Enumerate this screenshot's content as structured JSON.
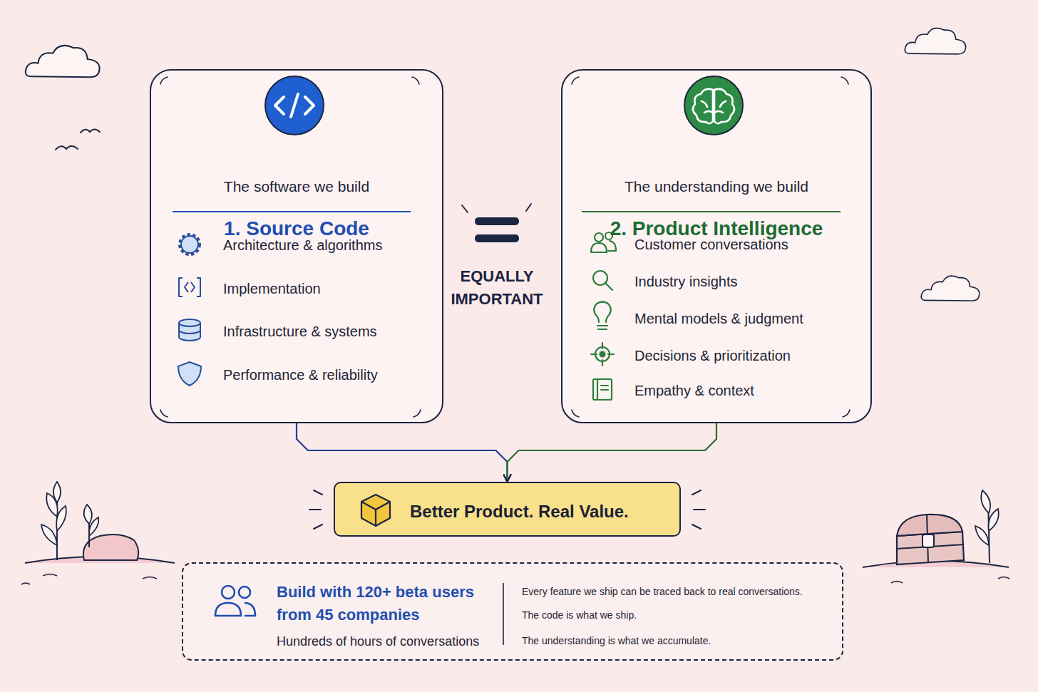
{
  "diagram": {
    "nodes": [
      {
        "text": [
          "1. Source Code",
          "The software we build",
          "Architecture & algorithms",
          "Implementation",
          "Infrastructure & systems",
          "Performance & reliability"
        ]
      },
      {
        "text": [
          "2. Product Intelligence",
          "The understanding we build",
          "Customer conversations",
          "Industry insights",
          "Mental models & judgment",
          "Decisions & prioritization",
          "Empathy & context"
        ]
      },
      {
        "text": [
          "Better Product. Real Value."
        ]
      },
      {
        "text": [
          "Build with 120+ beta users from 45 companies",
          "Hundreds of hours of conversations",
          "Every feature we ship can be traced back to real conversations.",
          "The code is what we ship.",
          "The understanding is what we accumulate."
        ]
      }
    ],
    "edges": [
      {
        "from": 0,
        "to": 2,
        "arrow": "to"
      },
      {
        "from": 1,
        "to": 2,
        "arrow": "to"
      }
    ],
    "labels": [
      "EQUALLY IMPORTANT"
    ]
  }
}
